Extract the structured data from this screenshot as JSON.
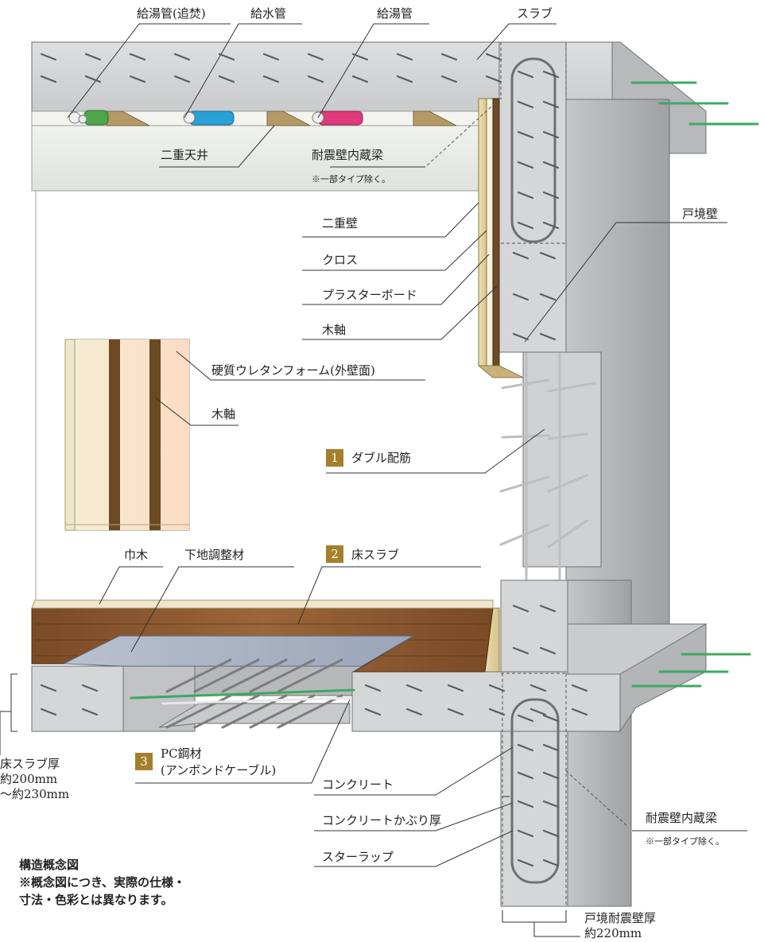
{
  "labels": {
    "hot_water_pipe_reheat": "給湯管(追焚)",
    "water_pipe": "給水管",
    "hot_water_pipe": "給湯管",
    "slab": "スラブ",
    "double_ceiling": "二重天井",
    "seismic_beam_top": "耐震壁内蔵梁",
    "seismic_beam_top_note": "※一部タイプ除く。",
    "party_wall": "戸境壁",
    "double_wall": "二重壁",
    "cloth": "クロス",
    "plaster_board": "プラスターボード",
    "wood_frame_upper": "木軸",
    "urethane_foam": "硬質ウレタンフォーム(外壁面)",
    "wood_frame_inset": "木軸",
    "double_rebar": "ダブル配筋",
    "baseboard": "巾木",
    "leveling_material": "下地調整材",
    "floor_slab": "床スラブ",
    "pc_steel": "PC鋼材",
    "pc_steel_sub": "(アンボンドケーブル)",
    "concrete": "コンクリート",
    "concrete_cover": "コンクリートかぶり厚",
    "stirrup": "スターラップ",
    "seismic_beam_bottom": "耐震壁内蔵梁",
    "seismic_beam_bottom_note": "※一部タイプ除く。",
    "slab_thickness_1": "床スラブ厚",
    "slab_thickness_2": "約200mm",
    "slab_thickness_3": "～約230mm",
    "wall_thickness_1": "戸境耐震壁厚",
    "wall_thickness_2": "約220mm"
  },
  "numbers": {
    "n1": "1",
    "n2": "2",
    "n3": "3"
  },
  "notes": {
    "title": "構造概念図",
    "line1": "※概念図につき、実際の仕様・",
    "line2": "寸法・色彩とは異なります。"
  },
  "colors": {
    "concrete": "#d6d8d9",
    "concrete_shade": "#a9abad",
    "wood_floor": "#8b5a34",
    "plasterboard": "#f3ead6",
    "ceiling": "#e6eae4",
    "badge": "#a57f2b",
    "pipe_water": "#2aa0d8",
    "pipe_hot": "#e03a7a",
    "pipe_reheat": "#4fa64a",
    "steel_green": "#3fa862"
  }
}
